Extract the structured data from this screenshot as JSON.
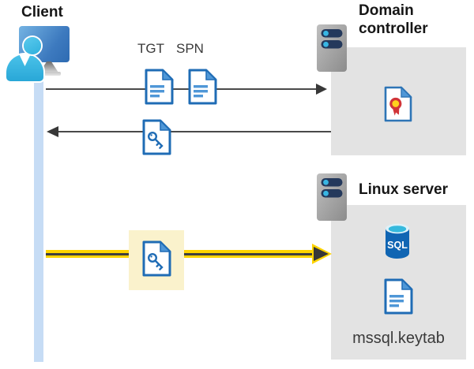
{
  "client": {
    "label": "Client"
  },
  "domain_controller": {
    "label": "Domain controller"
  },
  "linux_server": {
    "label": "Linux server",
    "sql_label": "SQL",
    "keytab_label": "mssql.keytab"
  },
  "tickets": {
    "tgt_label": "TGT",
    "spn_label": "SPN"
  },
  "icons": {
    "client": "user-monitor-icon",
    "lifeline": "client-lifeline-bar",
    "domain_controller": "server-icon",
    "linux_server": "server-icon",
    "tgt": "document-icon",
    "spn": "document-icon",
    "service_ticket": "key-document-icon",
    "certificate": "certificate-document-icon",
    "database": "sql-database-icon",
    "keytab_file": "document-icon"
  },
  "colors": {
    "doc_blue_stroke": "#1f6cb5",
    "doc_blue_fill": "#4f97d7",
    "panel_gray": "#e3e3e3",
    "lifeline_blue": "#c6dcf5",
    "arrow_gray": "#4a4a4a",
    "arrowhead_dark": "#383838",
    "highlight_yellow": "#ffd400",
    "highlight_bg": "#faf2cc",
    "sql_body_blue": "#1065b3",
    "sql_top_cyan": "#35b9dd",
    "seal_yellow": "#ffd21e",
    "seal_red": "#d13438",
    "server_slot_navy": "#24395c",
    "server_dot_cyan": "#38b6e3",
    "person_cyan": "#3cbae4",
    "monitor_blue": "#3d7abf"
  }
}
